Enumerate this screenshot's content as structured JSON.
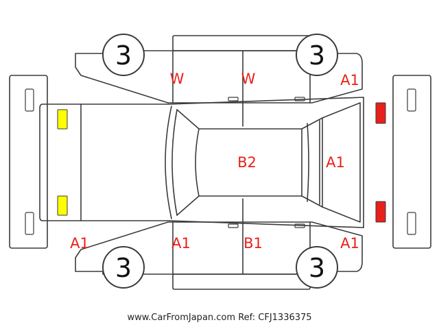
{
  "diagram": {
    "colors": {
      "line": "#3a3a3a",
      "damage_text": "#e8201a",
      "front_light": "#ffff00",
      "rear_light": "#e8201a"
    },
    "wheels": {
      "front_left": "3",
      "rear_left": "3",
      "front_right": "3",
      "rear_right": "3"
    },
    "damage_marks": {
      "top_front_door": "W",
      "top_rear_door": "W",
      "top_rear_corner": "A1",
      "roof": "B2",
      "rear_glass": "A1",
      "front_bumper_bottom": "A1",
      "bottom_front_door": "A1",
      "bottom_rear_door": "B1",
      "bottom_rear_corner": "A1"
    }
  },
  "footer": {
    "source": "www.CarFromJapan.com",
    "ref": "Ref: CFJ1336375"
  }
}
